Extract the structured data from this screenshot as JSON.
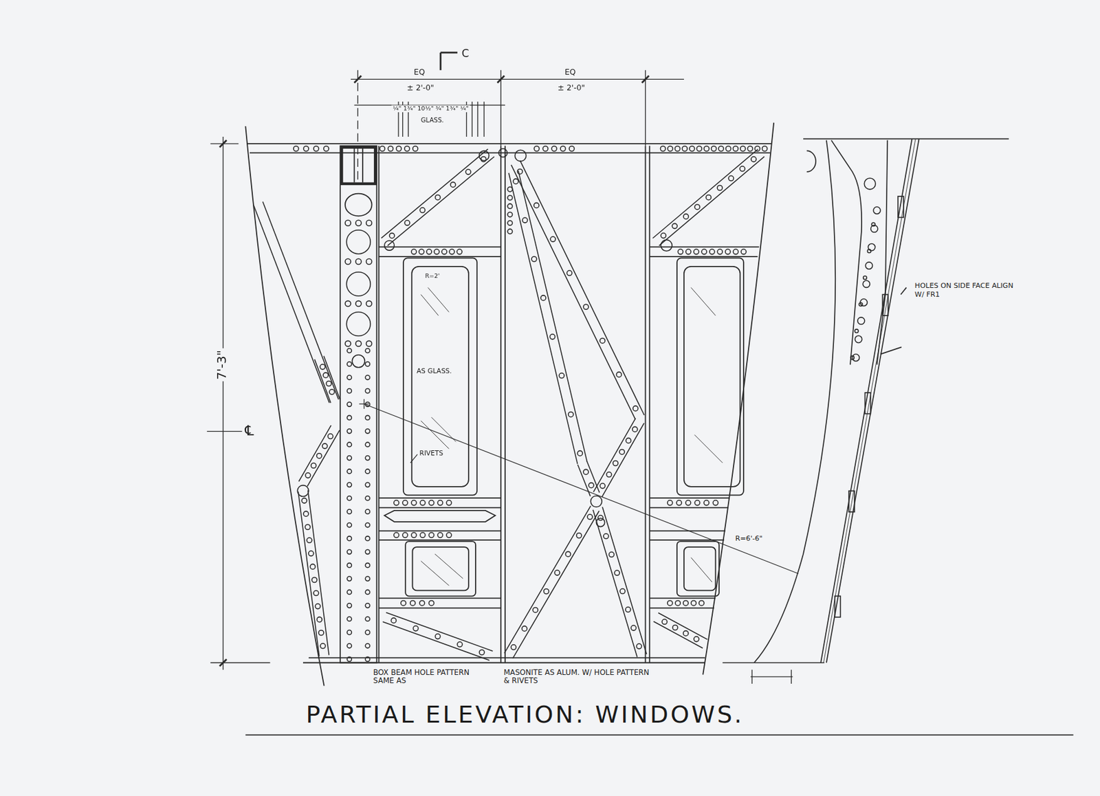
{
  "diagram": {
    "title": "PARTIAL ELEVATION: WINDOWS.",
    "labels": [
      "C",
      "EQ",
      "± 2'-0\"",
      "EQ",
      "± 2'-0\"",
      "¼\" 1¾\" 10½\" ¾\" 1¾\" ¼\"",
      "GLASS.",
      "7'-3\"",
      "℄",
      "R=2'",
      "AS GLASS.",
      "RIVETS",
      "R=6'-6\"",
      "HOLES ON SIDE FACE ALIGN W/ FR1",
      "BOX BEAM HOLE PATTERN SAME AS",
      "MASONITE AS ALUM. W/ HOLE PATTERN & RIVETS"
    ]
  }
}
